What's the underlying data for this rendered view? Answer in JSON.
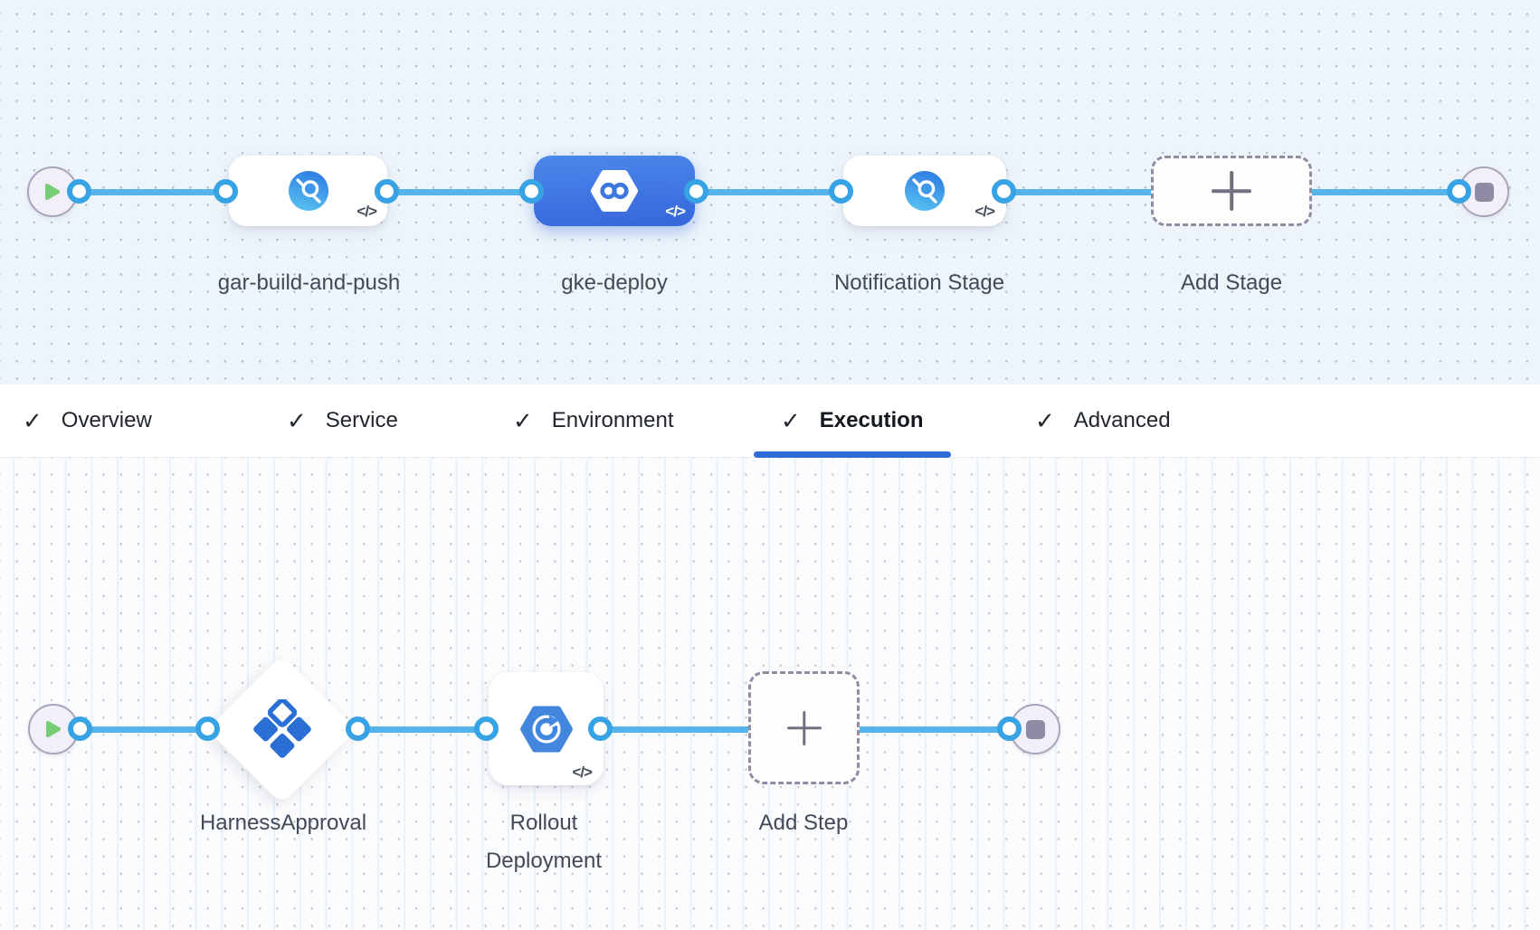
{
  "colors": {
    "canvas_top_bg": "#edf4fa",
    "canvas_bottom_bg": "#fbfcfd",
    "connector_blue": "#55b4e9",
    "connector_point_blue": "#38a3e4",
    "selected_stage_blue": "#3f74e0",
    "active_tab_underline": "#2e6bd9",
    "play_green": "#76cd76",
    "stop_gray": "#8e8ca4",
    "node_label_text": "#414a59",
    "icon_blue": "#2f7ce2"
  },
  "icons": {
    "play": "triangle-right",
    "stop": "square",
    "check": "✓",
    "plus": "+",
    "code": "</>",
    "registry": "circle-magnifier",
    "cd_stage": "hexagon-infinity",
    "approval": "diamond-grid",
    "gke_rollout": "hexagon-rotate-arrow"
  },
  "stage_canvas": {
    "stages": [
      {
        "name": "gar-build-and-push",
        "icon": "registry-circle",
        "selected": false,
        "code_icon": "</>"
      },
      {
        "name": "gke-deploy",
        "icon": "cd-hexagon-infinity",
        "selected": true,
        "code_icon": "</>"
      },
      {
        "name": "Notification Stage",
        "icon": "registry-circle",
        "selected": false,
        "code_icon": "</>"
      }
    ],
    "add_stage_label": "Add Stage"
  },
  "tab_bar": {
    "check_icon": "✓",
    "tabs": [
      {
        "label": "Overview",
        "checked": true,
        "active": false
      },
      {
        "label": "Service",
        "checked": true,
        "active": false
      },
      {
        "label": "Environment",
        "checked": true,
        "active": false
      },
      {
        "label": "Execution",
        "checked": true,
        "active": true
      },
      {
        "label": "Advanced",
        "checked": true,
        "active": false
      }
    ]
  },
  "execution_canvas": {
    "steps": [
      {
        "name": "HarnessApproval",
        "shape": "diamond",
        "icon": "approval-diamond"
      },
      {
        "name": "Rollout Deployment",
        "shape": "card",
        "icon": "gke-rollout",
        "code_icon": "</>"
      }
    ],
    "add_step_label": "Add Step"
  }
}
